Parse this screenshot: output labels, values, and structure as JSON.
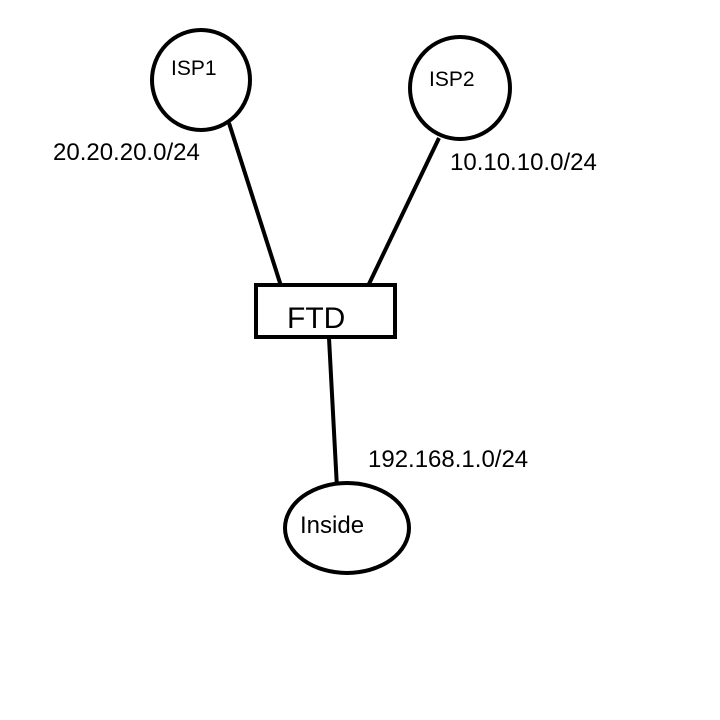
{
  "nodes": {
    "isp1": {
      "label": "ISP1"
    },
    "isp2": {
      "label": "ISP2"
    },
    "ftd": {
      "label": "FTD"
    },
    "inside": {
      "label": "Inside"
    }
  },
  "subnets": {
    "isp1": "20.20.20.0/24",
    "isp2": "10.10.10.0/24",
    "inside": "192.168.1.0/24"
  }
}
